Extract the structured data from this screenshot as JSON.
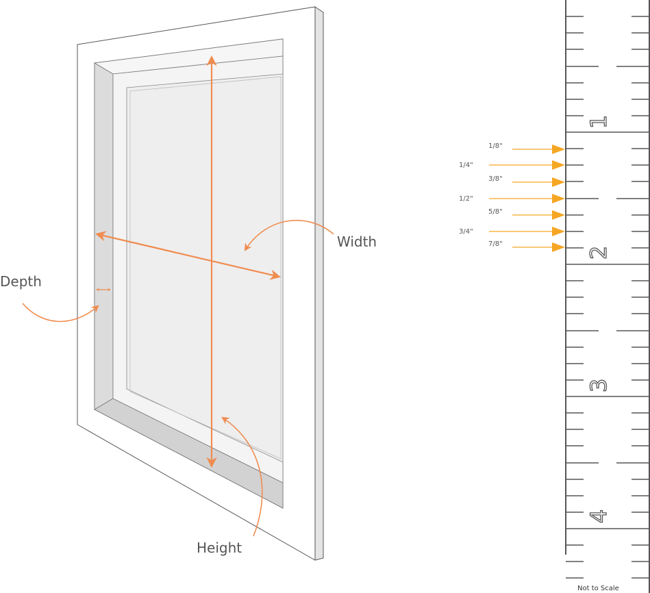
{
  "labels": {
    "width": "Width",
    "height": "Height",
    "depth": "Depth",
    "not_to_scale": "Not to Scale"
  },
  "ruler": {
    "numbers": [
      "1",
      "2",
      "3",
      "4"
    ],
    "fraction_labels": [
      "1/8\"",
      "1/4\"",
      "3/8\"",
      "1/2\"",
      "5/8\"",
      "3/4\"",
      "7/8\""
    ]
  },
  "colors": {
    "accent": "#f08c50",
    "ruler_arrow": "#f5a623",
    "line": "#555555"
  }
}
